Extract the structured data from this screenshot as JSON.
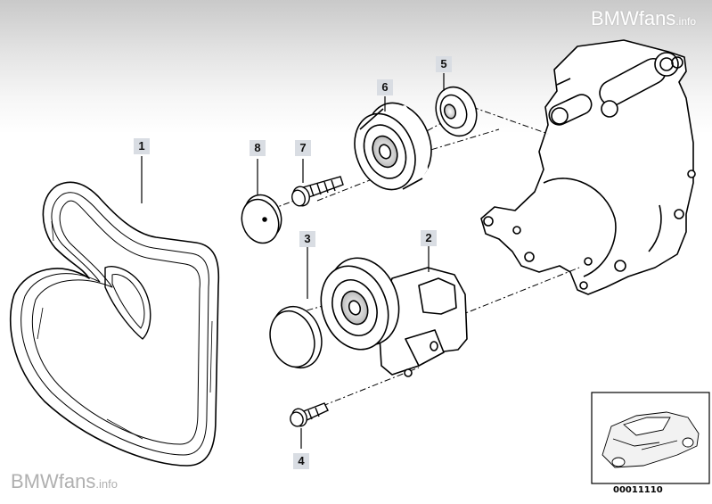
{
  "watermark": {
    "top_brand": "BMWfans",
    "top_suffix": ".info",
    "bottom_brand": "BMWfans",
    "bottom_suffix": ".info"
  },
  "callouts": {
    "belt": "1",
    "tensioner": "2",
    "tensioner_cap": "3",
    "tensioner_bolt": "4",
    "dust_cover": "5",
    "idler_pulley": "6",
    "pulley_bolt": "7",
    "pulley_cap": "8"
  },
  "thumbnail": {
    "diagram_number": "00011110",
    "icon": "car-silhouette-icon"
  },
  "colors": {
    "callout_bg": "#d9dde3",
    "line": "#000000",
    "header_gradient": "#c9c9c9"
  }
}
